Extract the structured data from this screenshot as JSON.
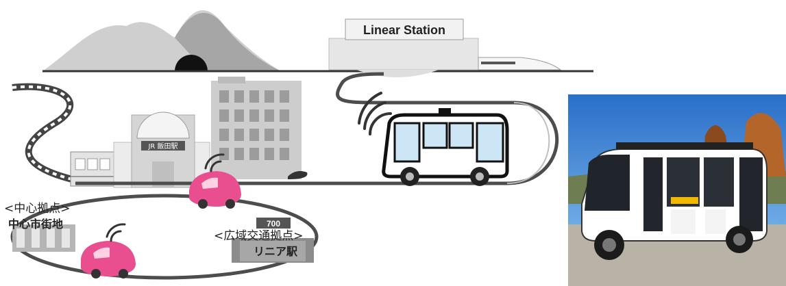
{
  "station": {
    "sign": "Linear Station"
  },
  "jr_station": {
    "sign": "JR 飯田駅"
  },
  "hub_center": {
    "title": "<中心拠点>",
    "name": "中心市街地"
  },
  "hub_wide": {
    "title": "<広域交通拠点>",
    "name": "リニア駅"
  },
  "bus_display": {
    "number": "700"
  },
  "colors": {
    "mountain": "#c9c9c9",
    "mountain_dark": "#9a9a9a",
    "road": "#4d4d4d",
    "bus_window": "#cde6f5",
    "car": "#e94f8e",
    "sky": "#2f7bd1"
  },
  "icons": [
    "mountain-icon",
    "tunnel-icon",
    "maglev-train-icon",
    "bus-icon",
    "car-icon",
    "wifi-icon",
    "photo-shuttle-bus"
  ]
}
